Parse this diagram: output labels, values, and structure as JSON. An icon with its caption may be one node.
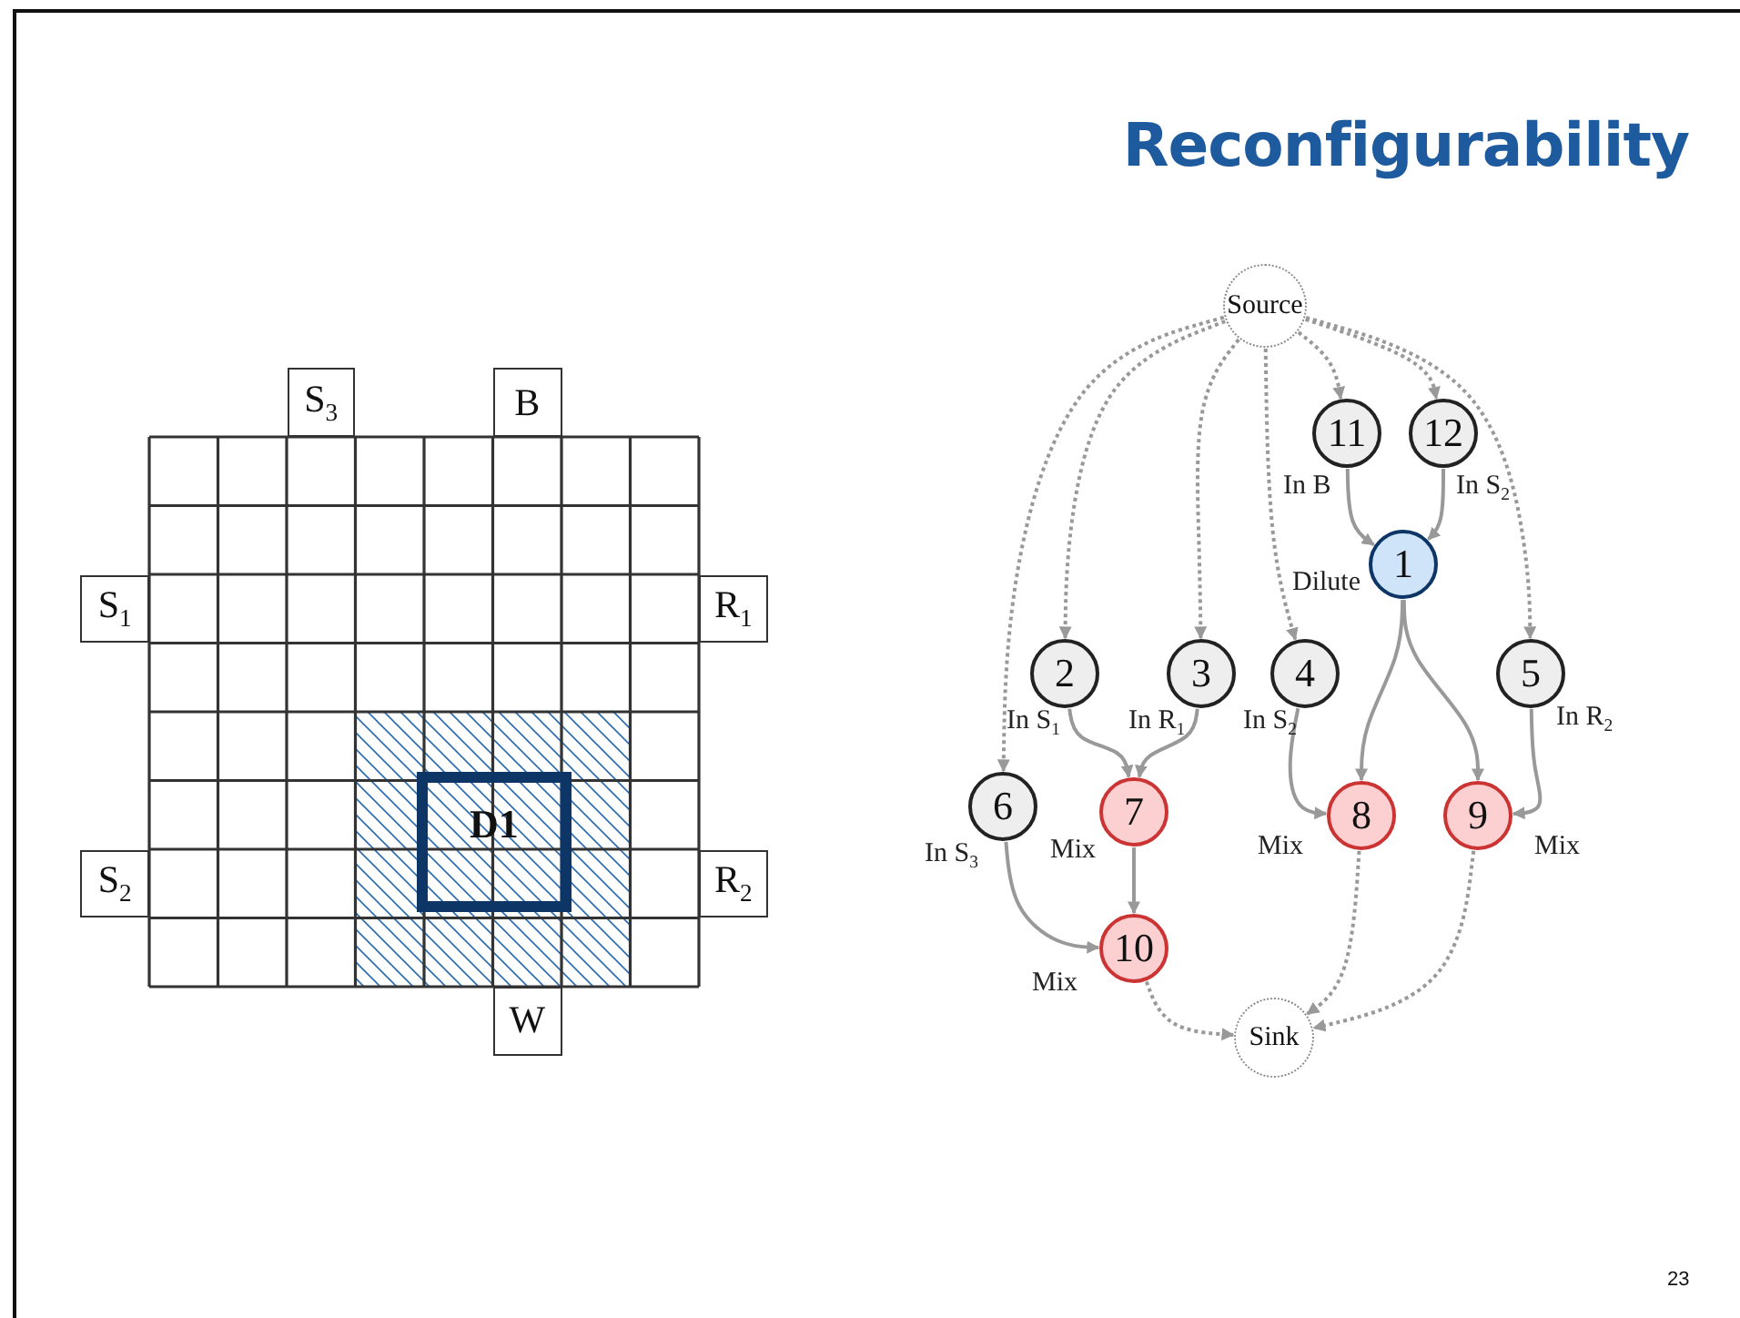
{
  "diagram": {
    "title": "Reconfigurability",
    "nodes": [
      {
        "text": [
          "S$_{3}$"
        ]
      },
      {
        "text": [
          "B"
        ]
      },
      {
        "text": [
          "S$_{1}$"
        ]
      },
      {
        "text": [
          "R$_{1}$"
        ]
      },
      {
        "text": [
          "D1"
        ]
      },
      {
        "text": [
          "S$_{2}$"
        ]
      },
      {
        "text": [
          "R$_{2}$"
        ]
      },
      {
        "text": [
          "W"
        ]
      },
      {
        "text": [
          "Source"
        ]
      },
      {
        "text": [
          "11"
        ],
        "beside": [
          "In B"
        ]
      },
      {
        "text": [
          "12"
        ],
        "beside": [
          "In S$_{2}$"
        ]
      },
      {
        "text": [
          "1"
        ],
        "beside": [
          "Dilute"
        ]
      },
      {
        "text": [
          "2"
        ],
        "beside": [
          "In S$_{1}$"
        ]
      },
      {
        "text": [
          "3"
        ],
        "beside": [
          "In R$_{1}$"
        ]
      },
      {
        "text": [
          "4"
        ],
        "beside": [
          "In S$_{2}$"
        ]
      },
      {
        "text": [
          "5"
        ],
        "beside": [
          "In R$_{2}$"
        ]
      },
      {
        "text": [
          "6"
        ],
        "beside": [
          "In S$_{3}$"
        ]
      },
      {
        "text": [
          "7"
        ],
        "beside": [
          "Mix"
        ]
      },
      {
        "text": [
          "8"
        ],
        "beside": [
          "Mix"
        ]
      },
      {
        "text": [
          "9"
        ],
        "beside": [
          "Mix"
        ]
      },
      {
        "text": [
          "10"
        ],
        "beside": [
          "Mix"
        ]
      },
      {
        "text": [
          "Sink"
        ]
      }
    ],
    "edges": [
      {
        "from": 8,
        "to": 9,
        "arrow": "to",
        "style": "dashed"
      },
      {
        "from": 8,
        "to": 10,
        "arrow": "to",
        "style": "dashed"
      },
      {
        "from": 8,
        "to": 12,
        "arrow": "to",
        "style": "dashed"
      },
      {
        "from": 8,
        "to": 13,
        "arrow": "to",
        "style": "dashed"
      },
      {
        "from": 8,
        "to": 14,
        "arrow": "to",
        "style": "dashed"
      },
      {
        "from": 8,
        "to": 15,
        "arrow": "to",
        "style": "dashed"
      },
      {
        "from": 8,
        "to": 16,
        "arrow": "to",
        "style": "dashed"
      },
      {
        "from": 9,
        "to": 11,
        "arrow": "to"
      },
      {
        "from": 10,
        "to": 11,
        "arrow": "to"
      },
      {
        "from": 11,
        "to": 18,
        "arrow": "to"
      },
      {
        "from": 11,
        "to": 19,
        "arrow": "to"
      },
      {
        "from": 12,
        "to": 17,
        "arrow": "to"
      },
      {
        "from": 13,
        "to": 17,
        "arrow": "to"
      },
      {
        "from": 14,
        "to": 18,
        "arrow": "to"
      },
      {
        "from": 15,
        "to": 19,
        "arrow": "to"
      },
      {
        "from": 16,
        "to": 20,
        "arrow": "to"
      },
      {
        "from": 17,
        "to": 20,
        "arrow": "to"
      },
      {
        "from": 20,
        "to": 21,
        "arrow": "to",
        "style": "dashed"
      },
      {
        "from": 18,
        "to": 21,
        "arrow": "to",
        "style": "dashed"
      },
      {
        "from": 19,
        "to": 21,
        "arrow": "to",
        "style": "dashed"
      }
    ],
    "labels": [
      "23"
    ]
  }
}
